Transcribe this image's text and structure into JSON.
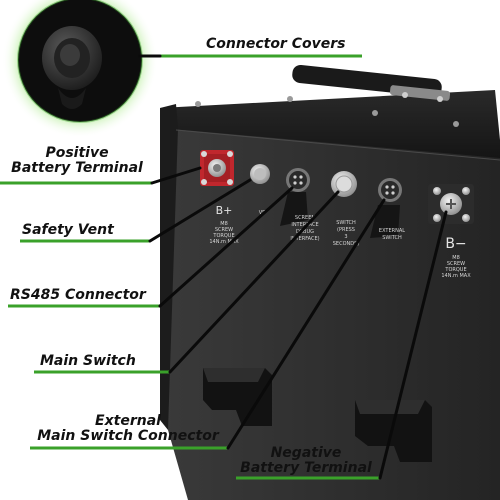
{
  "callouts": {
    "connector_covers": "Connector Covers",
    "positive_terminal": [
      "Positive",
      "Battery Terminal"
    ],
    "safety_vent": "Safety Vent",
    "rs485": "RS485 Connector",
    "main_switch": "Main Switch",
    "external_switch": [
      "External",
      "Main Switch Connector"
    ],
    "negative_terminal": [
      "Negative",
      "Battery Terminal"
    ]
  },
  "panel_labels": {
    "b_plus": "B+",
    "b_plus_spec": [
      "M8",
      "SCREW",
      "TORQUE",
      "14N.m MAX"
    ],
    "vent": "VE",
    "rs485": [
      "SCREEN",
      "INTERFACE",
      "DEBUG",
      "INTERFACE)"
    ],
    "switch": [
      "SWITCH",
      "(PRESS",
      "3",
      "SECONDS)"
    ],
    "external": [
      "EXTERNAL",
      "SWITCH"
    ],
    "b_minus": "B−",
    "b_minus_spec": [
      "M8",
      "SCREW",
      "TORQUE",
      "14N.m MAX"
    ]
  },
  "colors": {
    "accent_green": "#3aa12a",
    "glow_green": "#8fdc6a",
    "battery_body": "#2b2b2b",
    "battery_panel": "#1e1e1e",
    "positive_red": "#c0272d",
    "leader_line": "#0a0a0a"
  },
  "icons": [
    "connector-cover-icon",
    "positive-terminal-icon",
    "safety-vent-icon",
    "rs485-connector-icon",
    "main-switch-icon",
    "external-switch-connector-icon",
    "negative-terminal-icon",
    "carry-handle-icon",
    "foot-bracket-icon"
  ]
}
